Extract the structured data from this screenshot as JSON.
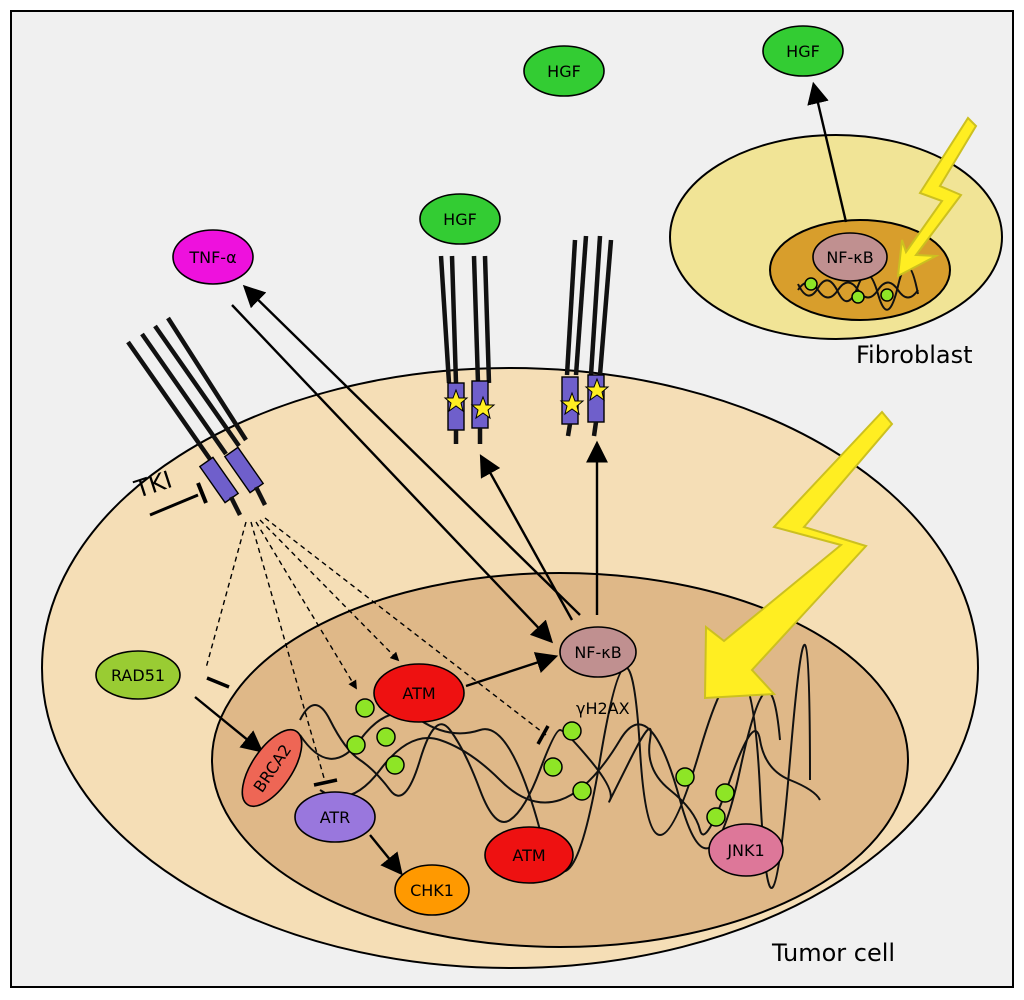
{
  "labels": {
    "tumor_cell": "Tumor cell",
    "fibroblast": "Fibroblast",
    "tki": "TKI",
    "gamma_h2ax": "γH2AX"
  },
  "molecules": {
    "hgf_free": "HGF",
    "hgf_fibroblast": "HGF",
    "hgf_receptor": "HGF",
    "tnf": "TNF-α",
    "nfkb_tumor": "NF-κB",
    "nfkb_fibroblast": "NF-κB",
    "rad51": "RAD51",
    "brca2": "BRCA2",
    "atm_upper": "ATM",
    "atm_lower": "ATM",
    "atr": "ATR",
    "chk1": "CHK1",
    "jnk1": "JNK1"
  },
  "colors": {
    "tumor_cytoplasm": "#f5deb6",
    "tumor_nucleus": "#dfb888",
    "fibroblast_cytoplasm": "#f1e496",
    "fibroblast_nucleus": "#d89e2c",
    "hgf": "#33cc33",
    "tnf": "#ee11dd",
    "nfkb": "#c09090",
    "rad51": "#99cc33",
    "brca2": "#ee6655",
    "atm": "#ee1111",
    "atr": "#9977dd",
    "chk1": "#ff9900",
    "jnk1": "#dd7799",
    "phospho_dot": "#8ee526",
    "lightning": "#ffee22",
    "receptor_box": "#6f5fcb"
  }
}
